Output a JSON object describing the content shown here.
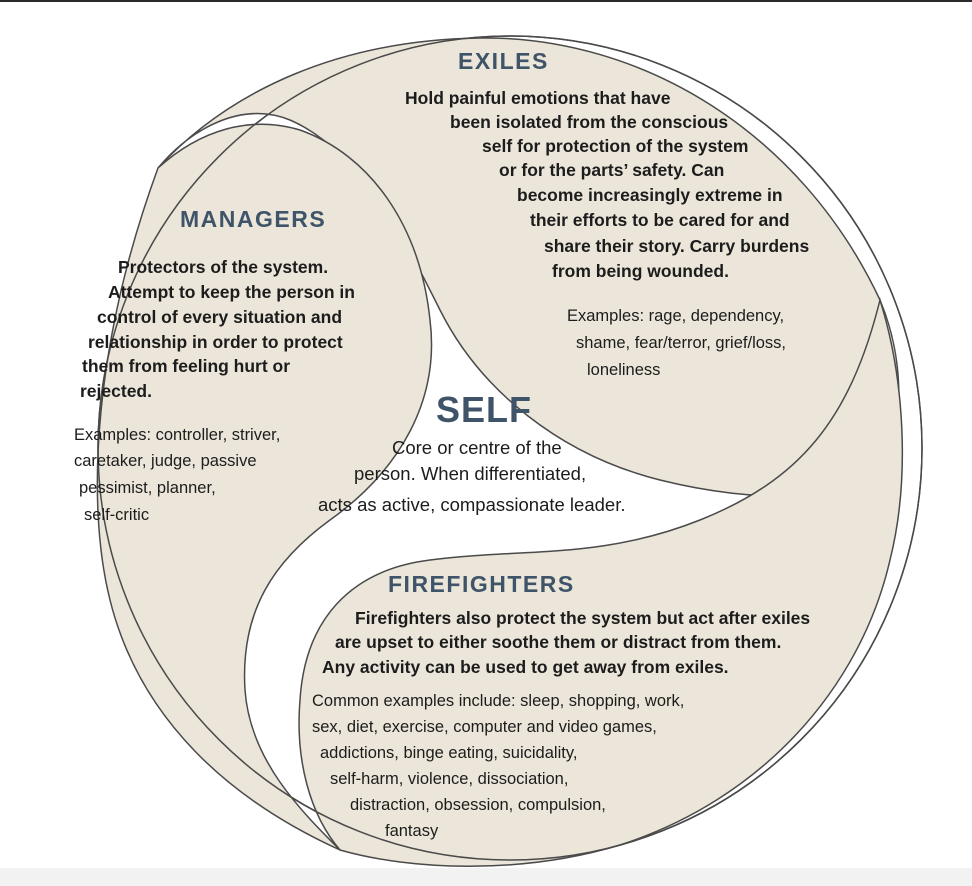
{
  "colors": {
    "section_fill": "#ebe6d9",
    "outline": "#4a4a4a",
    "title": "#3f5468",
    "text": "#1c1c1c"
  },
  "exiles": {
    "title": "EXILES",
    "lines": [
      "Hold painful emotions that have",
      "been isolated from the conscious",
      "self for protection of the system",
      "or for the parts’ safety. Can",
      "become increasingly extreme in",
      "their efforts to be cared for and",
      "share their story. Carry burdens",
      "from being wounded."
    ],
    "examples": [
      "Examples: rage, dependency,",
      "shame, fear/terror, grief/loss,",
      "loneliness"
    ]
  },
  "managers": {
    "title": "MANAGERS",
    "lines": [
      "Protectors of the system.",
      "Attempt to keep the person in",
      "control of every situation and",
      "relationship in order to protect",
      "them from feeling hurt or",
      "rejected."
    ],
    "examples": [
      "Examples: controller, striver,",
      "caretaker, judge, passive",
      "pessimist, planner,",
      "self-critic"
    ]
  },
  "self": {
    "title": "SELF",
    "lines": [
      "Core or centre of the",
      "person. When differentiated,",
      "acts as active, compassionate leader."
    ]
  },
  "firefighters": {
    "title": "FIREFIGHTERS",
    "lines": [
      "Firefighters also protect the system but act after exiles",
      "are upset to either soothe them or distract from them.",
      "Any activity can be used to get away from exiles."
    ],
    "examples": [
      "Common examples include: sleep, shopping, work,",
      "sex, diet, exercise, computer and video games,",
      "addictions, binge eating, suicidality,",
      "self-harm, violence, dissociation,",
      "distraction, obsession, compulsion,",
      "fantasy"
    ]
  }
}
